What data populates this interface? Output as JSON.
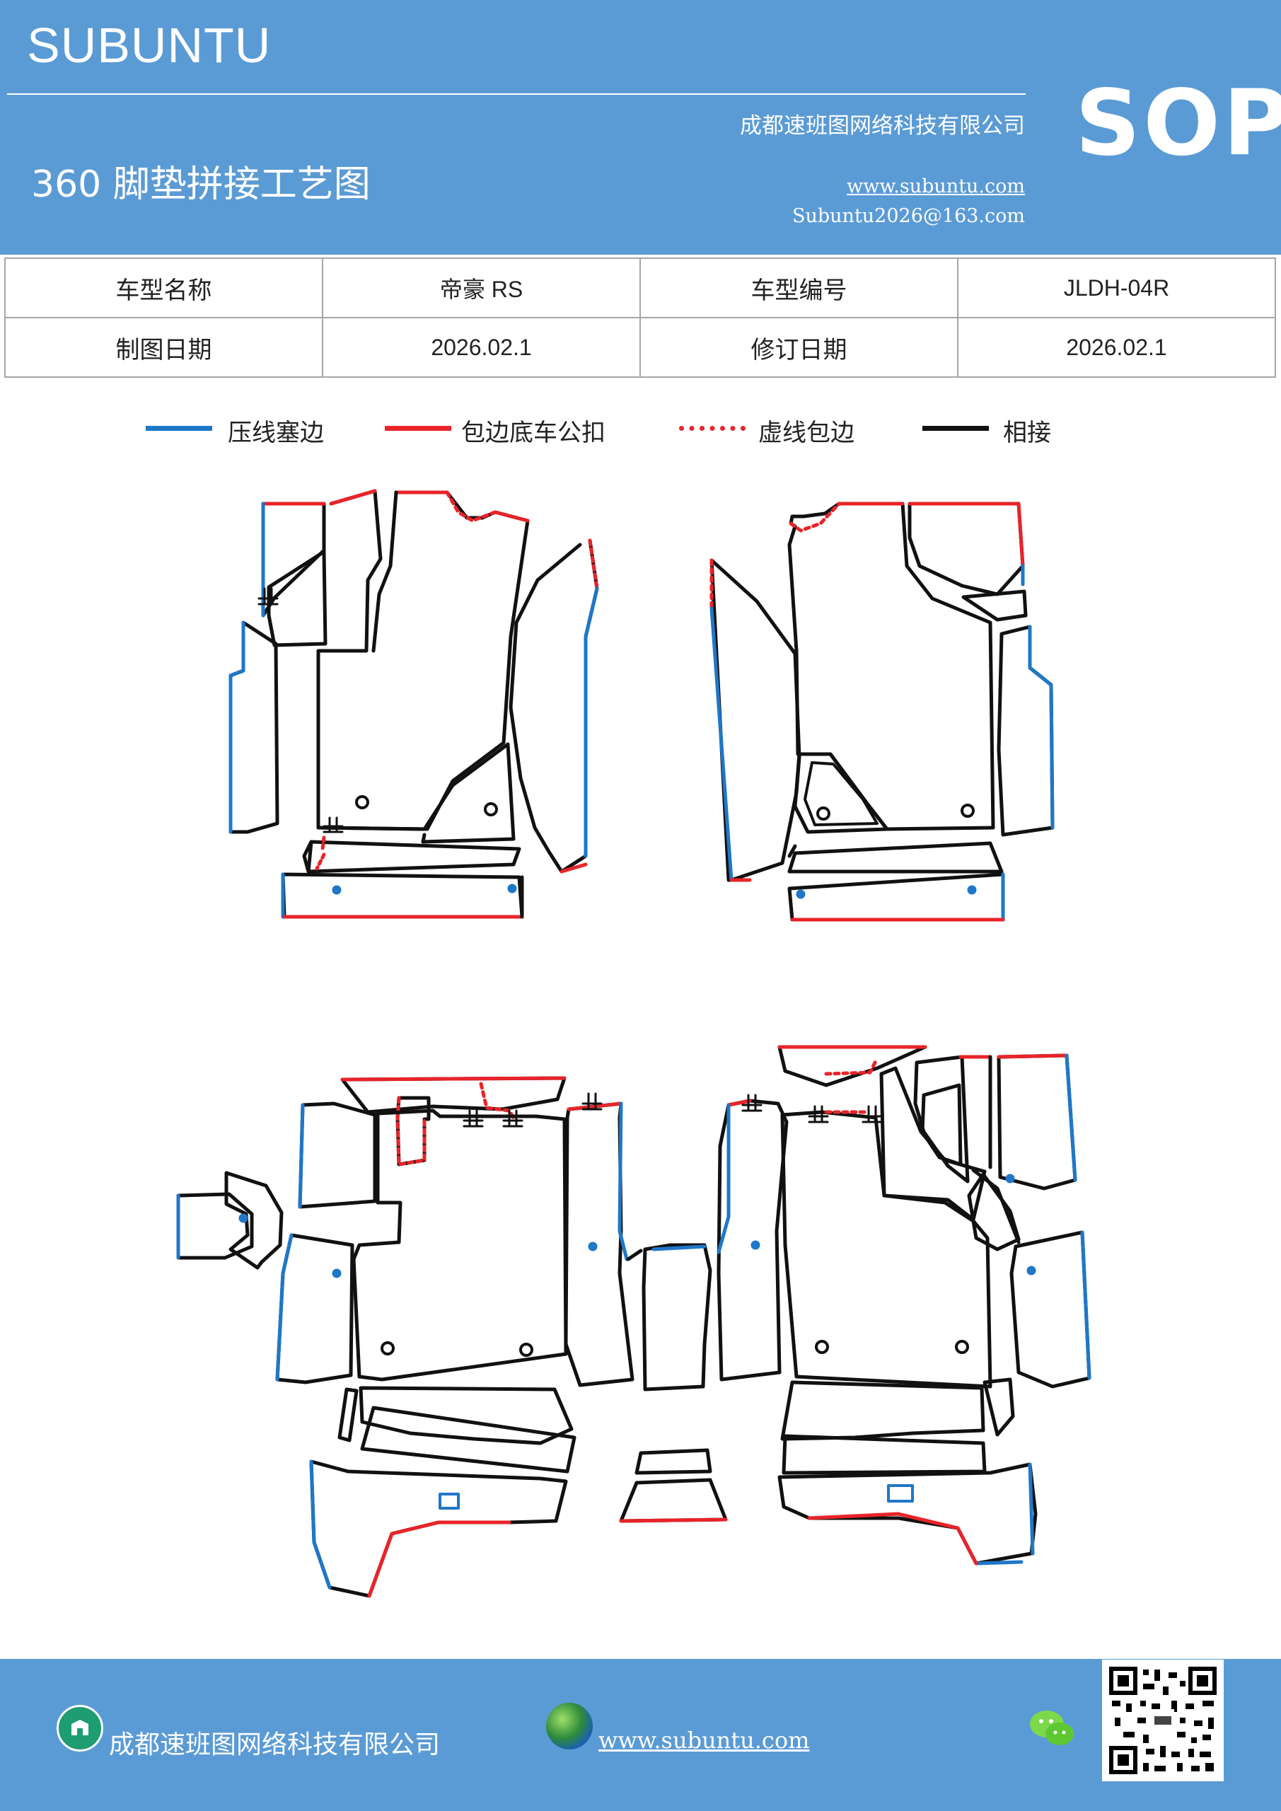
{
  "header": {
    "brand": "SUBUNTU",
    "company": "成都速班图网络科技有限公司",
    "title": "360 脚垫拼接工艺图",
    "website": "www.subuntu.com",
    "email": "Subuntu2026@163.com",
    "sop": "SOP"
  },
  "info_table": {
    "rows": [
      [
        "车型名称",
        "帝豪 RS",
        "车型编号",
        "JLDH-04R"
      ],
      [
        "制图日期",
        "2026.02.1",
        "修订日期",
        "2026.02.1"
      ]
    ]
  },
  "legend": {
    "items": [
      {
        "label": "压线塞边",
        "color": "#1f77c8",
        "style": "solid"
      },
      {
        "label": "包边底车公扣",
        "color": "#e8242a",
        "style": "solid"
      },
      {
        "label": "虚线包边",
        "color": "#e8242a",
        "style": "dotted"
      },
      {
        "label": "相接",
        "color": "#111111",
        "style": "solid"
      }
    ]
  },
  "diagram_colors": {
    "blue": "#1f77c8",
    "red": "#e8242a",
    "black": "#111111"
  },
  "footer": {
    "company": "成都速班图网络科技有限公司",
    "website": "www.subuntu.com",
    "icons": [
      "building-icon",
      "globe-icon",
      "wechat-icon",
      "qr-code"
    ]
  }
}
